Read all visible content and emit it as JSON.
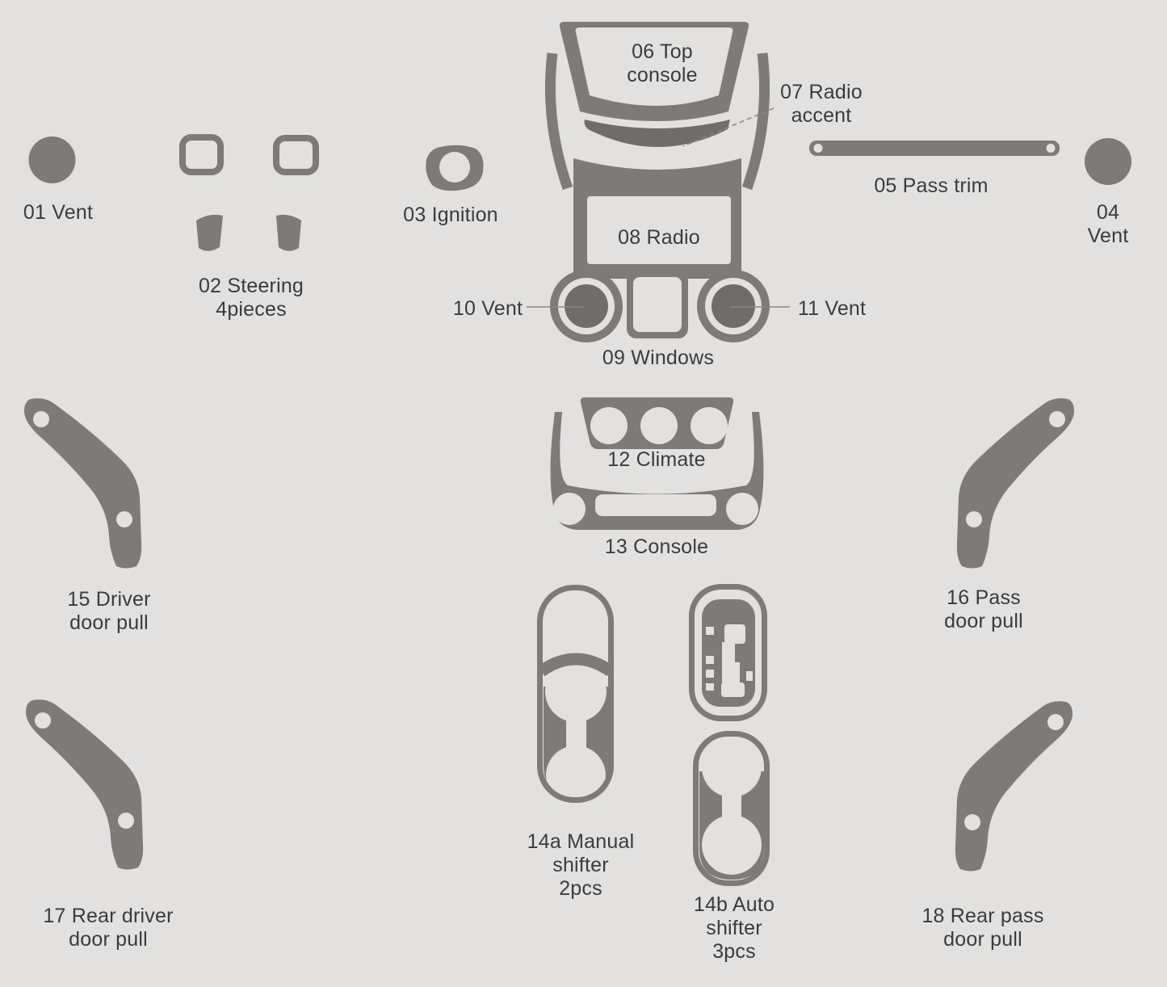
{
  "diagram": {
    "description": "Vehicle interior dash trim kit parts diagram",
    "colors": {
      "background": "#e2e1e0",
      "part_gray": "#7d7a78",
      "accent_dark_gray": "#6f6c6a",
      "text": "#3b3b3b",
      "leader_line": "#8a8784"
    },
    "parts": {
      "p01": {
        "label": "01 Vent"
      },
      "p02": {
        "label": "02 Steering\n4pieces"
      },
      "p03": {
        "label": "03 Ignition"
      },
      "p04": {
        "label": "04 Vent"
      },
      "p05": {
        "label": "05 Pass trim"
      },
      "p06": {
        "label": "06 Top\nconsole"
      },
      "p07": {
        "label": "07 Radio\naccent"
      },
      "p08": {
        "label": "08 Radio"
      },
      "p09": {
        "label": "09 Windows"
      },
      "p10": {
        "label": "10 Vent"
      },
      "p11": {
        "label": "11 Vent"
      },
      "p12": {
        "label": "12 Climate"
      },
      "p13": {
        "label": "13 Console"
      },
      "p14a": {
        "label": "14a Manual\nshifter\n2pcs"
      },
      "p14b": {
        "label": "14b Auto\nshifter\n3pcs"
      },
      "p15": {
        "label": "15 Driver\ndoor pull"
      },
      "p16": {
        "label": "16 Pass\ndoor pull"
      },
      "p17": {
        "label": "17 Rear driver\ndoor pull"
      },
      "p18": {
        "label": "18 Rear pass\ndoor pull"
      }
    }
  }
}
